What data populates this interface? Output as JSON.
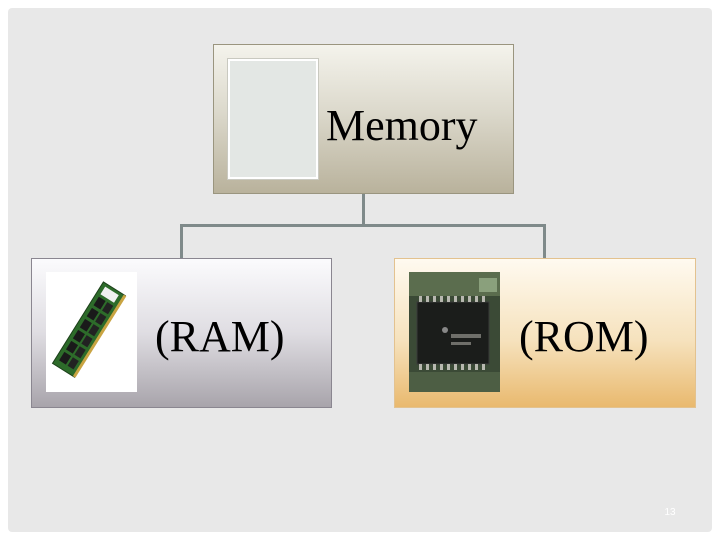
{
  "diagram": {
    "root": {
      "label": "Memory"
    },
    "children": [
      {
        "label": "(RAM)"
      },
      {
        "label": "(ROM)"
      }
    ]
  },
  "images": {
    "root": "blank-picture-icon",
    "ram": "ram-module-icon",
    "rom": "rom-chip-icon"
  },
  "colors": {
    "background": "#e8e8e8",
    "connector": "#7f8a8a",
    "root_box": "#cfcab8",
    "ram_box": "#d5d3d8",
    "rom_box": "#f3d7a4"
  },
  "footer": {
    "page_number": "13"
  }
}
